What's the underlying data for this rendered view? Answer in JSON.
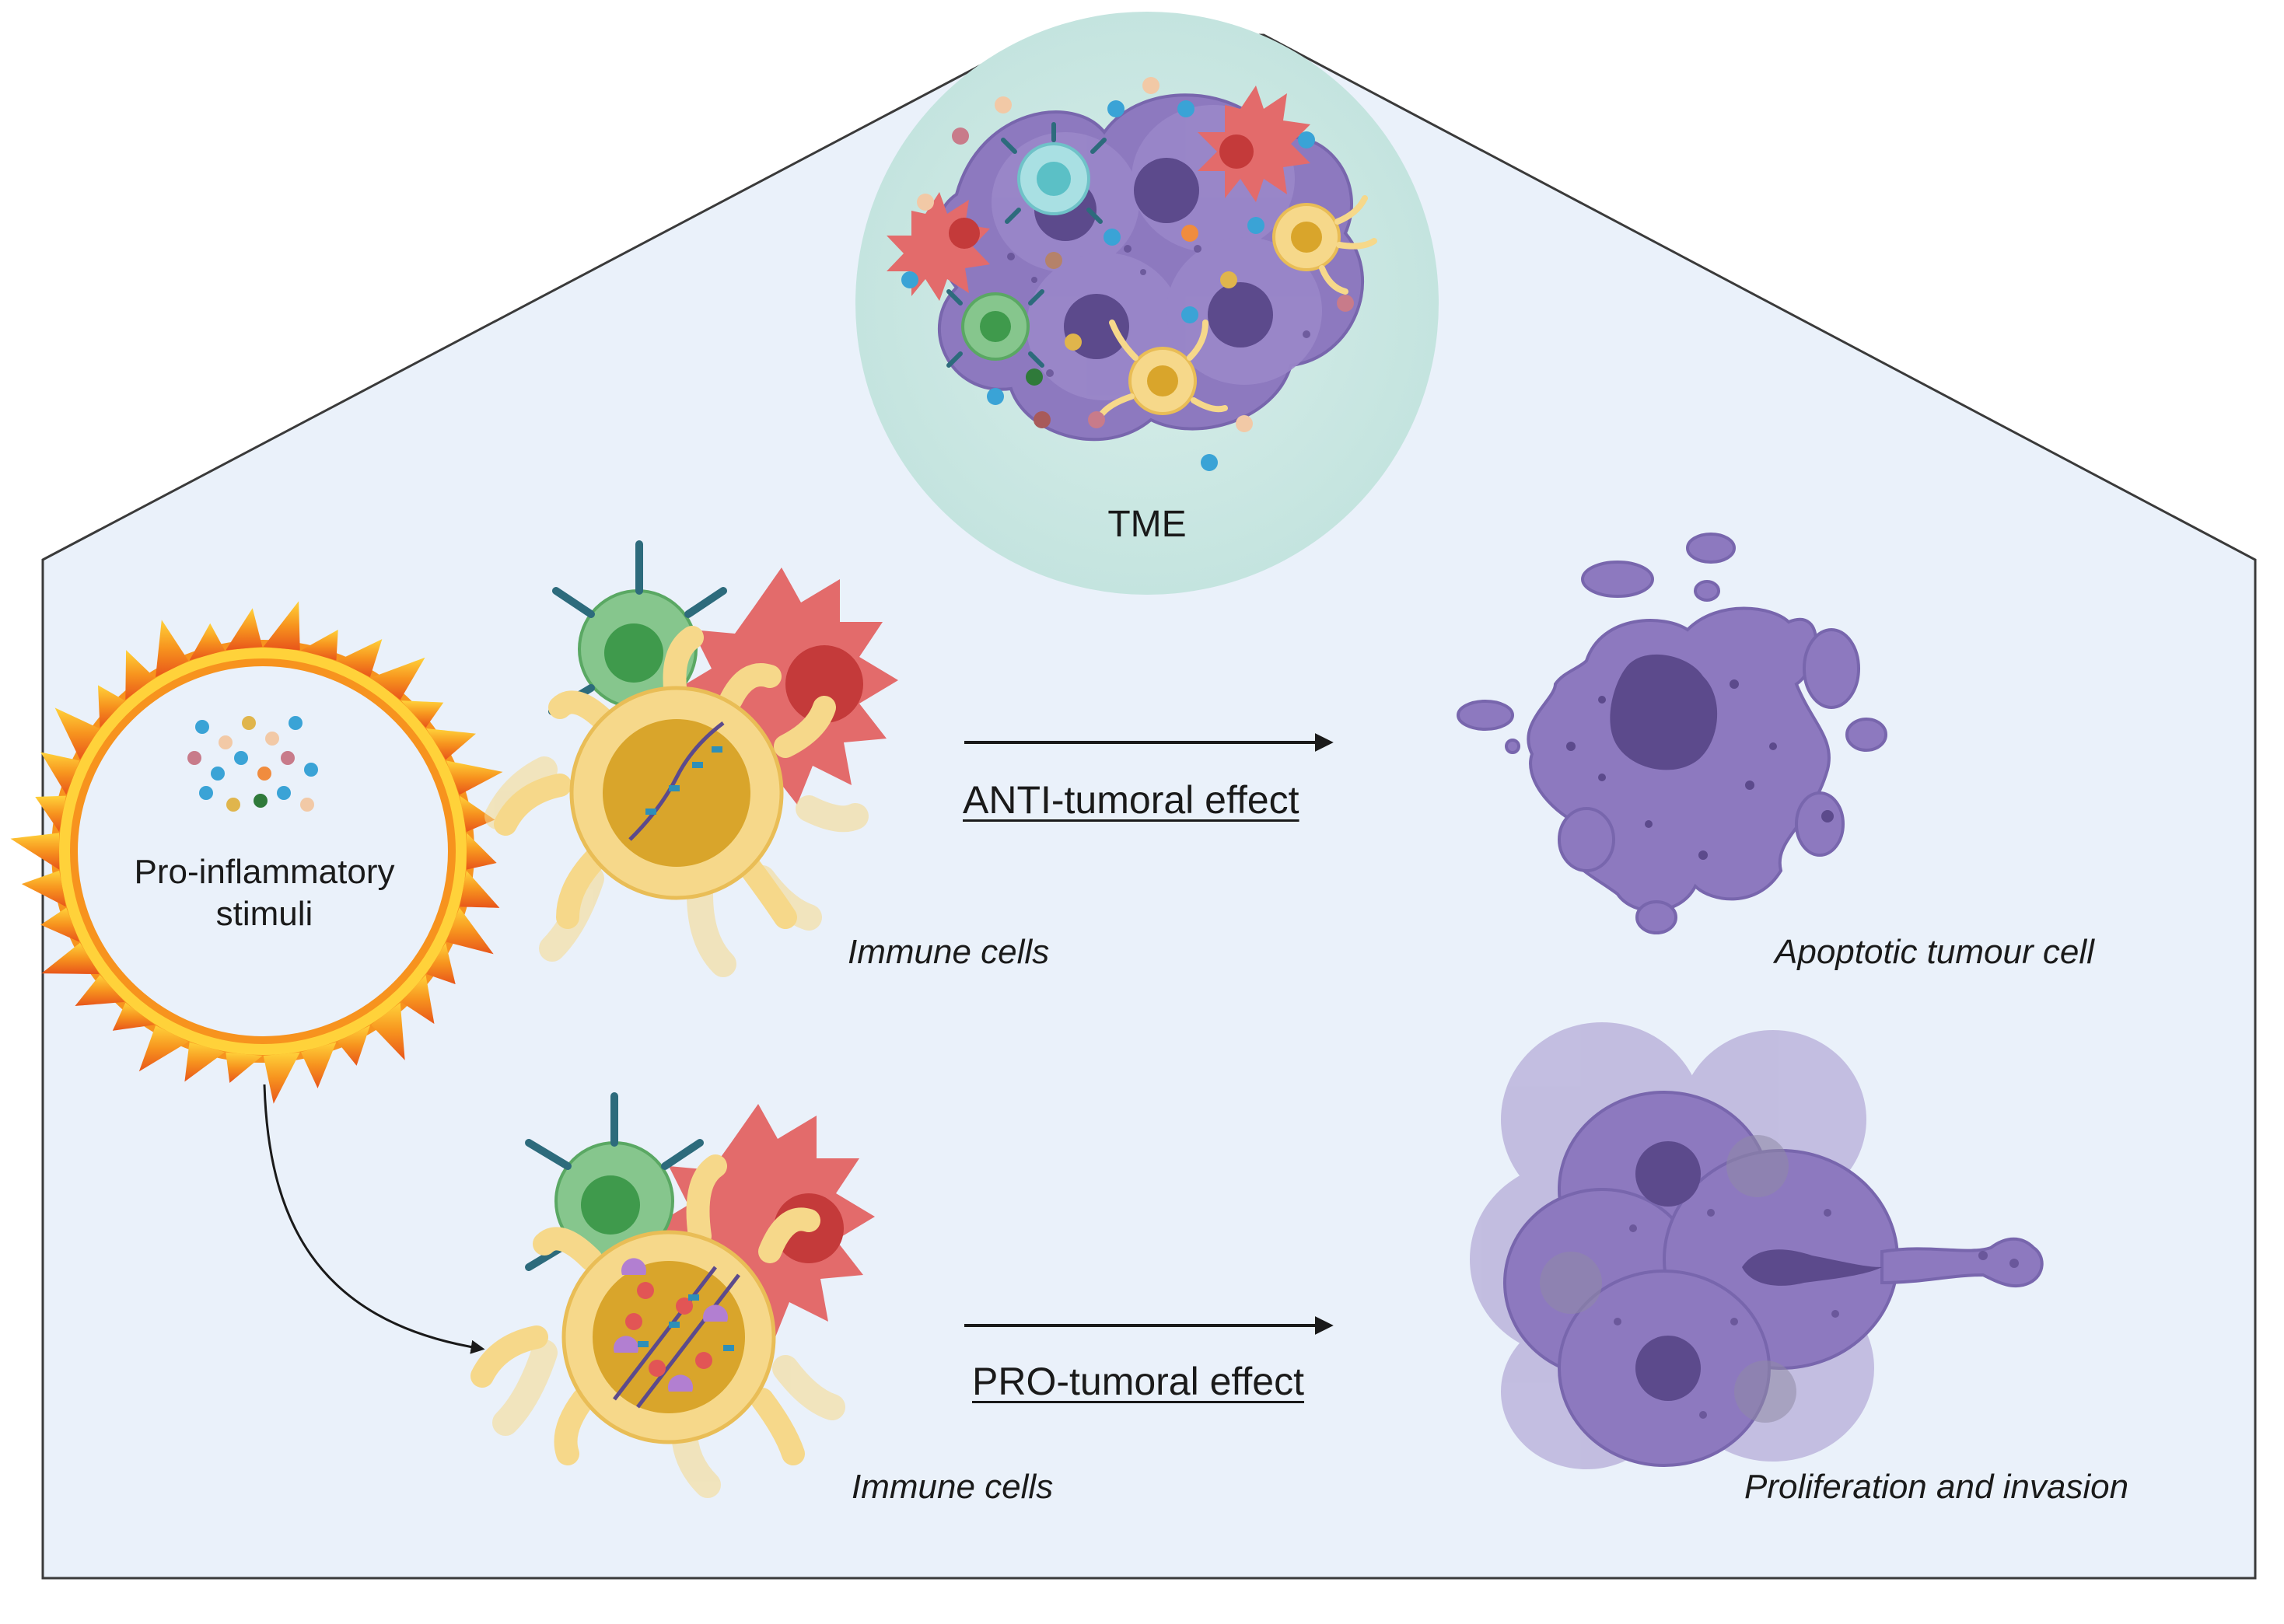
{
  "labels": {
    "tme": "TME",
    "stimuli_line1": "Pro-inflammatory",
    "stimuli_line2": "stimuli",
    "anti_effect": "ANTI-tumoral effect",
    "pro_effect": "PRO-tumoral effect",
    "immune_top": "Immune cells",
    "immune_bottom": "Immune cells",
    "apoptotic": "Apoptotic tumour cell",
    "proliferation": "Proliferation and invasion"
  },
  "colors": {
    "background": "#eaf1fa",
    "tme_halo": "#cfe9e6",
    "tumour_purple": "#8d79bf",
    "tumour_nucleus": "#5c4a8c",
    "dendritic_yellow": "#f6d88a",
    "dendritic_nucleus": "#d9a52b",
    "t_cell_green": "#86c68d",
    "macrophage_red": "#e36b6b",
    "flame_orange": "#f7931e",
    "arrow": "#1a1a1a"
  }
}
